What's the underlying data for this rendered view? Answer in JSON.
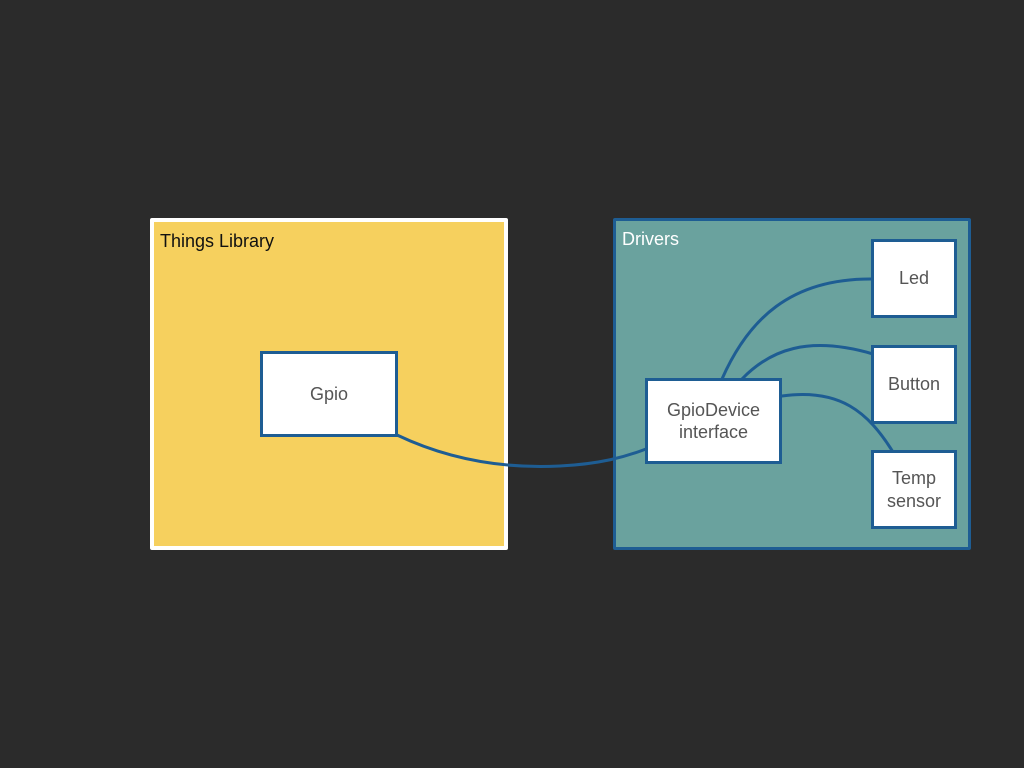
{
  "diagram": {
    "groups": {
      "things_library": {
        "title": "Things Library"
      },
      "drivers": {
        "title": "Drivers"
      }
    },
    "nodes": {
      "gpio": {
        "label": "Gpio"
      },
      "gpio_device": {
        "label": "GpioDevice\ninterface"
      },
      "led": {
        "label": "Led"
      },
      "button": {
        "label": "Button"
      },
      "temp_sensor": {
        "label": "Temp\nsensor"
      }
    },
    "connections": [
      {
        "from": "gpio",
        "to": "gpio_device"
      },
      {
        "from": "gpio_device",
        "to": "led"
      },
      {
        "from": "gpio_device",
        "to": "button"
      },
      {
        "from": "gpio_device",
        "to": "temp_sensor"
      }
    ]
  }
}
